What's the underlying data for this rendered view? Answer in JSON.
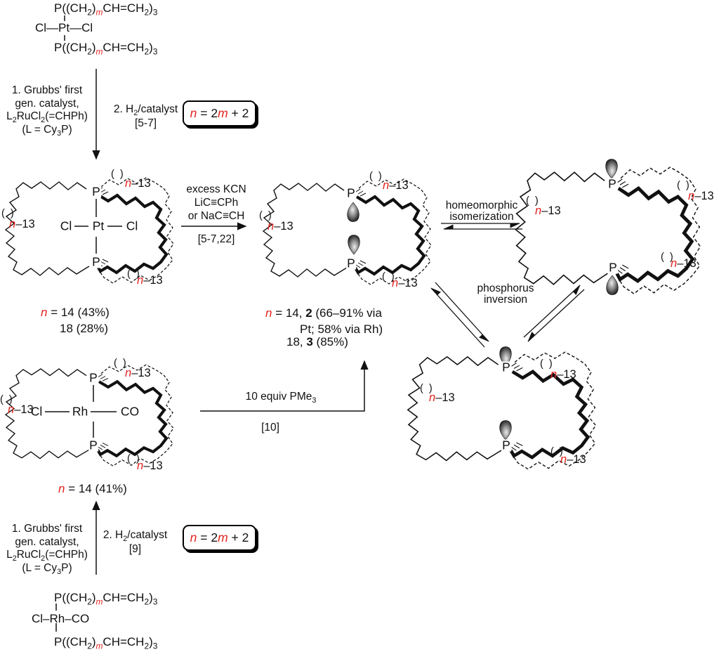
{
  "palette": {
    "red": "#e2231e",
    "ink": "#111111"
  },
  "formula_P": [
    {
      "t": "P((CH"
    },
    {
      "t": "2",
      "sub": true
    },
    {
      "t": ")"
    },
    {
      "t": "m",
      "sub": true,
      "i": true,
      "red": true
    },
    {
      "t": "CH=CH"
    },
    {
      "t": "2",
      "sub": true
    },
    {
      "t": ")"
    },
    {
      "t": "3",
      "sub": true
    }
  ],
  "pt_row": "Cl—Pt—Cl",
  "rh_row": "Cl–Rh–CO",
  "grubbs": {
    "l1": "1. Grubbs' first",
    "l2": "gen. catalyst,",
    "l3": [
      {
        "t": "L"
      },
      {
        "t": "2",
        "sub": true
      },
      {
        "t": "RuCl"
      },
      {
        "t": "2",
        "sub": true
      },
      {
        "t": "(=CHPh)"
      }
    ],
    "l4": [
      {
        "t": "(L = Cy"
      },
      {
        "t": "3",
        "sub": true
      },
      {
        "t": "P)"
      }
    ]
  },
  "step2_top": {
    "main": [
      {
        "t": "2. H"
      },
      {
        "t": "2",
        "sub": true
      },
      {
        "t": "/catalyst"
      }
    ],
    "ref": "[5-7]"
  },
  "step2_bot": {
    "main": [
      {
        "t": "2. H"
      },
      {
        "t": "2",
        "sub": true
      },
      {
        "t": "/catalyst"
      }
    ],
    "ref": "[9]"
  },
  "box_eq": [
    {
      "t": "n",
      "i": true,
      "red": true
    },
    {
      "t": " = 2"
    },
    {
      "t": "m",
      "i": true,
      "red": true
    },
    {
      "t": " + 2"
    }
  ],
  "kcn_arrow": {
    "l1": "excess KCN",
    "l2": "LiC≡CPh",
    "l3": "or  NaC≡CH",
    "ref": "[5-7,22]"
  },
  "pme3_arrow": {
    "main": [
      {
        "t": "10 equiv PMe"
      },
      {
        "t": "3",
        "sub": true
      }
    ],
    "ref": "[10]"
  },
  "homeo": {
    "l1": "homeomorphic",
    "l2": "isomerization"
  },
  "phos_inv": {
    "l1": "phosphorus",
    "l2": "inversion"
  },
  "pt_caption": {
    "l1": [
      {
        "t": "n",
        "i": true,
        "red": true
      },
      {
        "t": " = 14 (43%)"
      }
    ],
    "l2": "18 (28%)"
  },
  "mid_caption": {
    "l1": [
      {
        "t": "n",
        "i": true,
        "red": true
      },
      {
        "t": " = 14,  "
      },
      {
        "t": "2",
        "b": true
      },
      {
        "t": " (66–91% via"
      }
    ],
    "l2": "Pt; 58% via Rh)",
    "l3": [
      {
        "t": "18, "
      },
      {
        "t": "3",
        "b": true
      },
      {
        "t": " (85%)"
      }
    ]
  },
  "rh_caption": [
    {
      "t": "n",
      "i": true,
      "red": true
    },
    {
      "t": " = 14 (41%)"
    }
  ],
  "ring_label": {
    "paren": "( )",
    "text": [
      {
        "t": "n",
        "i": true,
        "red": true
      },
      {
        "t": "–13"
      }
    ]
  },
  "atoms": {
    "p": "P",
    "pt": "Pt",
    "rh": "Rh",
    "cl": "Cl",
    "co": "CO"
  }
}
